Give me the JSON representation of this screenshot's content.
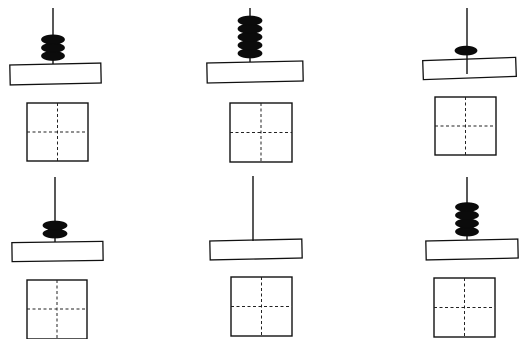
{
  "exercise": {
    "abaci": [
      {
        "id": "top-left",
        "beads": 3,
        "answer": ""
      },
      {
        "id": "top-middle",
        "beads": 5,
        "answer": ""
      },
      {
        "id": "top-right",
        "beads": 1,
        "answer": ""
      },
      {
        "id": "bottom-left",
        "beads": 2,
        "answer": ""
      },
      {
        "id": "bottom-middle",
        "beads": 0,
        "answer": ""
      },
      {
        "id": "bottom-right",
        "beads": 4,
        "answer": ""
      }
    ]
  },
  "colors": {
    "bead": "#0b0b0b",
    "line": "#111111",
    "background": "#ffffff"
  }
}
